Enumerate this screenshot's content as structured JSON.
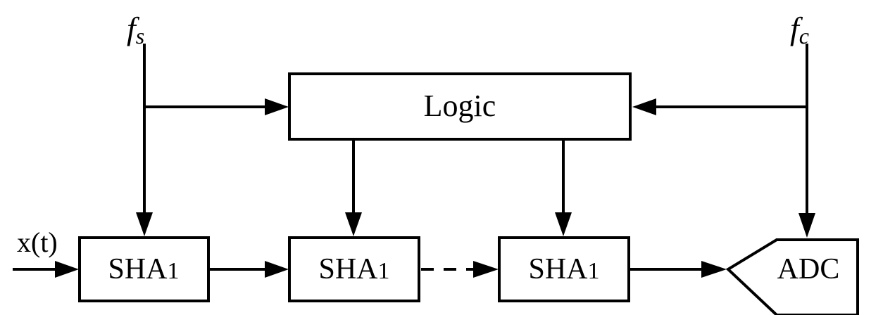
{
  "signals": {
    "fs": {
      "main": "f",
      "sub": "s"
    },
    "fc": {
      "main": "f",
      "sub": "c"
    },
    "input": "x(t)"
  },
  "blocks": {
    "logic": "Logic",
    "sha_1": {
      "main": "SHA",
      "sub": "1"
    },
    "sha_2": {
      "main": "SHA",
      "sub": "1"
    },
    "sha_3": {
      "main": "SHA",
      "sub": "1"
    },
    "adc": "ADC"
  }
}
